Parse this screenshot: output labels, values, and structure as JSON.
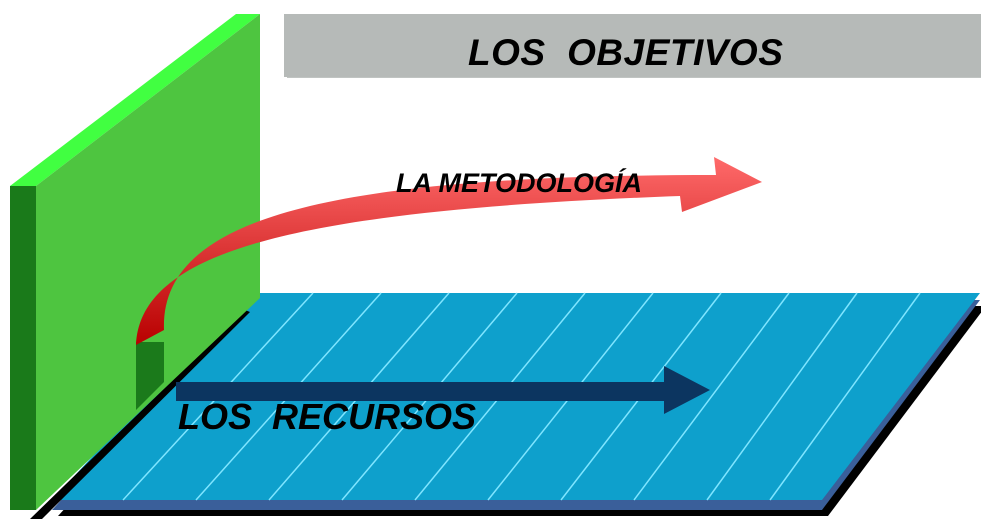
{
  "diagram": {
    "title": "LOS  OBJETIVOS",
    "arrow_labels": {
      "metodologia": "LA METODOLOGÍA",
      "recursos": "LOS  RECURSOS"
    },
    "colors": {
      "title_bar": "#b6bab8",
      "wall_front": "#4ec540",
      "wall_side": "#1a7a1a",
      "wall_top": "#41ff41",
      "floor_top": "#0ea0cc",
      "floor_edge": "#3a5f9a",
      "floor_lines": "#7fe5ff",
      "arrow_red_light": "#ff6a6a",
      "arrow_red_dark": "#b80000",
      "arrow_navy": "#0c3560",
      "shadow": "#000000"
    }
  }
}
